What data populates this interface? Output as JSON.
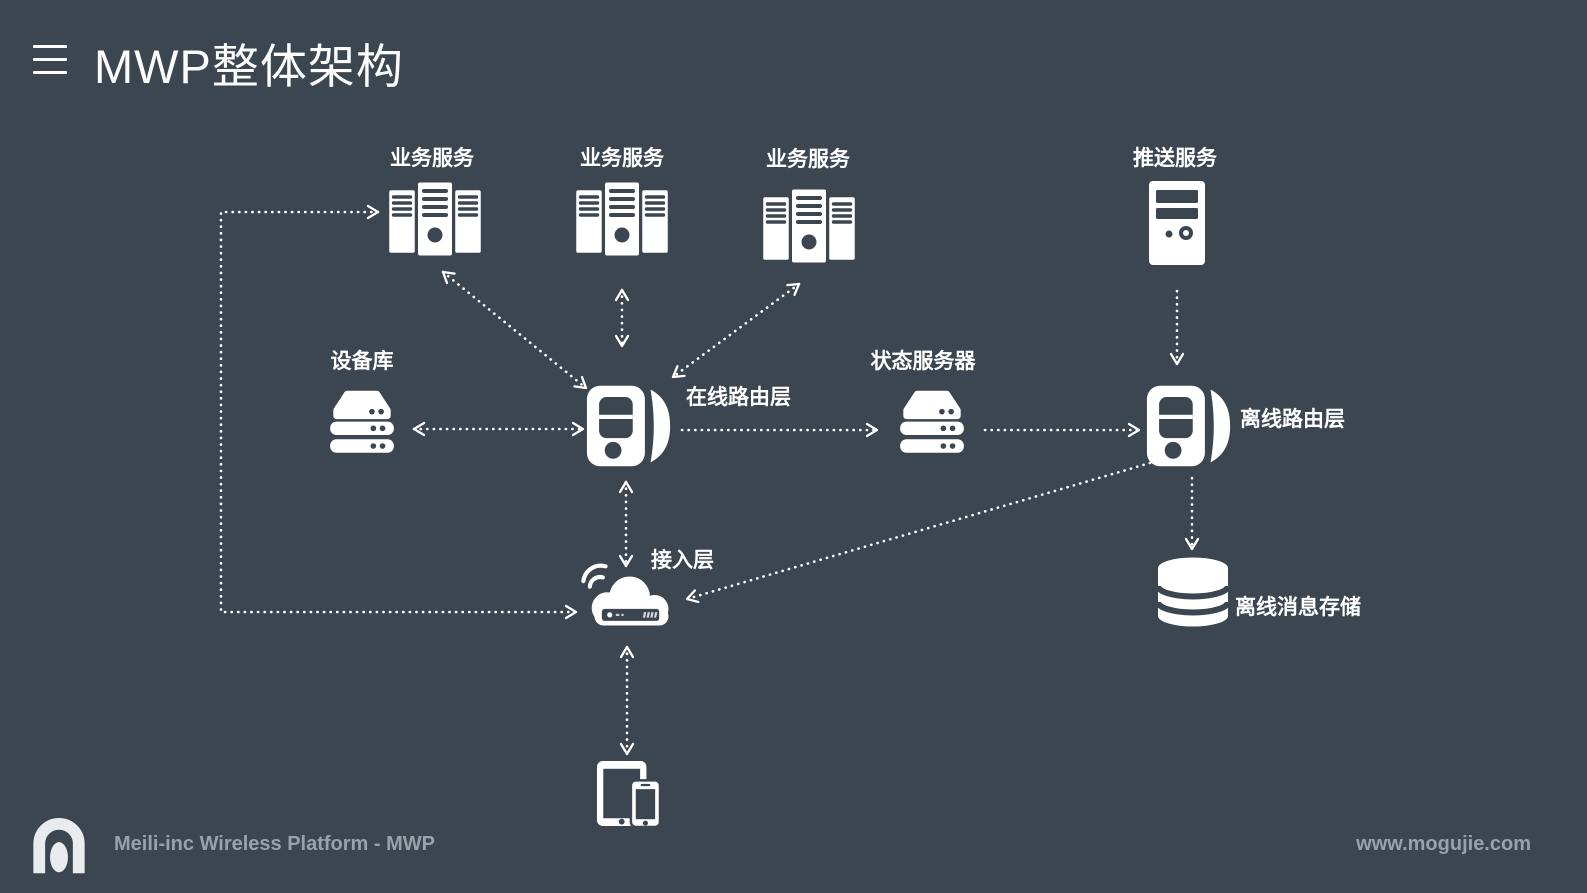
{
  "header": {
    "title": "MWP整体架构"
  },
  "nodes": {
    "business1": {
      "label": "业务服务",
      "icon": "server-cluster-icon"
    },
    "business2": {
      "label": "业务服务",
      "icon": "server-cluster-icon"
    },
    "business3": {
      "label": "业务服务",
      "icon": "server-cluster-icon"
    },
    "push_service": {
      "label": "推送服务",
      "icon": "server-tower-icon"
    },
    "device_db": {
      "label": "设备库",
      "icon": "server-rack-icon"
    },
    "online_router": {
      "label": "在线路由层",
      "icon": "router-3d-icon"
    },
    "status_server": {
      "label": "状态服务器",
      "icon": "server-rack-icon"
    },
    "offline_router": {
      "label": "离线路由层",
      "icon": "router-3d-icon"
    },
    "offline_storage": {
      "label": "离线消息存储",
      "icon": "database-cylinder-icon"
    },
    "access_layer": {
      "label": "接入层",
      "icon": "cloud-router-icon"
    },
    "clients": {
      "icon": "mobile-devices-icon"
    }
  },
  "diagram": {
    "connections": [
      {
        "from": "access_layer",
        "to": "business1",
        "bidirectional": true,
        "route": "left-loop",
        "style": "dotted"
      },
      {
        "from": "online_router",
        "to": "business1",
        "bidirectional": true,
        "style": "dotted"
      },
      {
        "from": "online_router",
        "to": "business2",
        "bidirectional": true,
        "style": "dotted"
      },
      {
        "from": "online_router",
        "to": "business3",
        "bidirectional": true,
        "style": "dotted"
      },
      {
        "from": "online_router",
        "to": "device_db",
        "bidirectional": true,
        "style": "dotted"
      },
      {
        "from": "online_router",
        "to": "status_server",
        "bidirectional": false,
        "style": "dotted"
      },
      {
        "from": "status_server",
        "to": "offline_router",
        "bidirectional": false,
        "style": "dotted"
      },
      {
        "from": "push_service",
        "to": "offline_router",
        "bidirectional": false,
        "style": "dotted"
      },
      {
        "from": "offline_router",
        "to": "offline_storage",
        "bidirectional": false,
        "style": "dotted"
      },
      {
        "from": "offline_router",
        "to": "access_layer",
        "bidirectional": false,
        "style": "dotted"
      },
      {
        "from": "online_router",
        "to": "access_layer",
        "bidirectional": true,
        "style": "dotted"
      },
      {
        "from": "access_layer",
        "to": "clients",
        "bidirectional": true,
        "style": "dotted"
      }
    ]
  },
  "footer": {
    "brand": "Meili-inc Wireless Platform - MWP",
    "url": "www.mogujie.com"
  },
  "colors": {
    "background": "#3C4650",
    "foreground": "#FFFFFF",
    "footer_text": "#99A1A9"
  }
}
